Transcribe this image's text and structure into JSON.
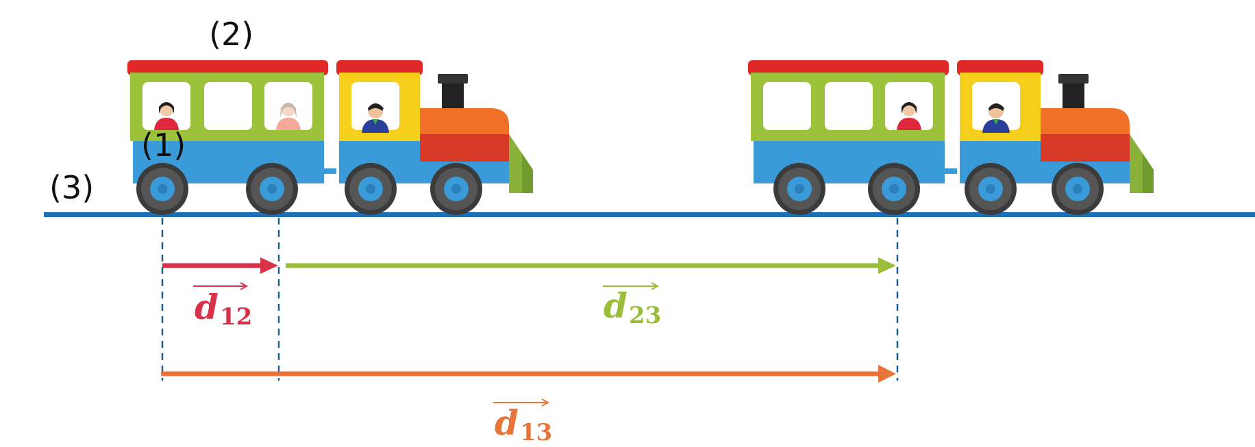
{
  "labels": {
    "one": "(1)",
    "two": "(2)",
    "three": "(3)"
  },
  "vectors": {
    "d12": {
      "base": "d",
      "sub": "12",
      "color": "#d8324a"
    },
    "d23": {
      "base": "d",
      "sub": "23",
      "color": "#9abd3c"
    },
    "d13": {
      "base": "d",
      "sub": "13",
      "color": "#e8743a"
    }
  },
  "colors": {
    "track": "#1a6fb8",
    "roof": "#e02828",
    "car_green": "#9cc23c",
    "car_yellow": "#f5cf1c",
    "chassis": "#3a9bd8",
    "engine_orange": "#f07028",
    "engine_red": "#d83a28",
    "dashed_line": "#1f5f8a"
  }
}
